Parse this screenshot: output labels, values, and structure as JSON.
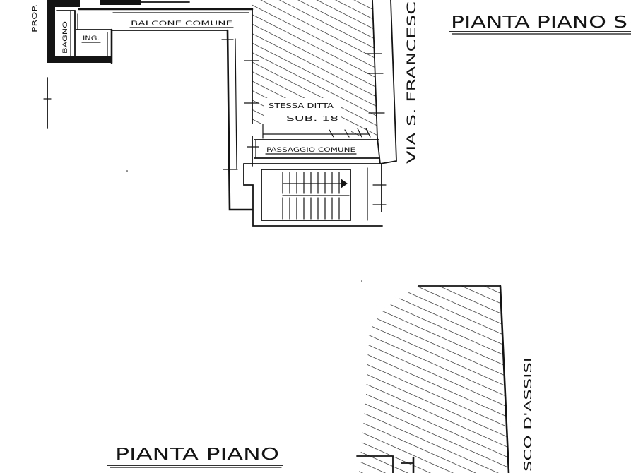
{
  "drawing": {
    "ink_color": "#141414",
    "paper_color": "#ffffff"
  },
  "labels": {
    "prop": "PROP.",
    "bagno": "BAGNO",
    "ing": "ING.",
    "balcone_comune": "BALCONE COMUNE",
    "stessa_ditta": "STESSA DITTA",
    "sub": "SUB. 18",
    "passaggio_comune": "PASSAGGIO COMUNE",
    "street_top": "VIA S. FRANCESC",
    "street_bottom": "SCO D'ASSISI"
  },
  "titles": {
    "top": "PIANTA PIANO S",
    "bottom": "PIANTA PIANO"
  }
}
